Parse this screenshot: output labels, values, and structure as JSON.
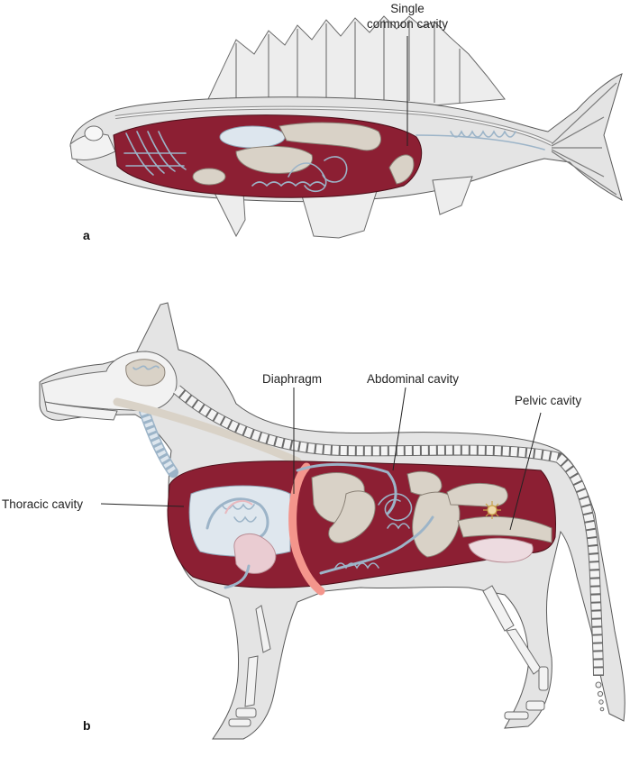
{
  "figure": {
    "panel_a": {
      "letter": "a",
      "label_line1": "Single",
      "label_line2": "common cavity"
    },
    "panel_b": {
      "letter": "b",
      "labels": {
        "diaphragm": "Diaphragm",
        "abdominal": "Abdominal cavity",
        "pelvic": "Pelvic cavity",
        "thoracic": "Thoracic cavity"
      }
    },
    "colors": {
      "cavity": "#8c1f33",
      "organ": "#d9d2c7",
      "vessel": "#9cb4c8",
      "diaphragm": "#f4958c",
      "body": "#e4e4e4"
    }
  }
}
